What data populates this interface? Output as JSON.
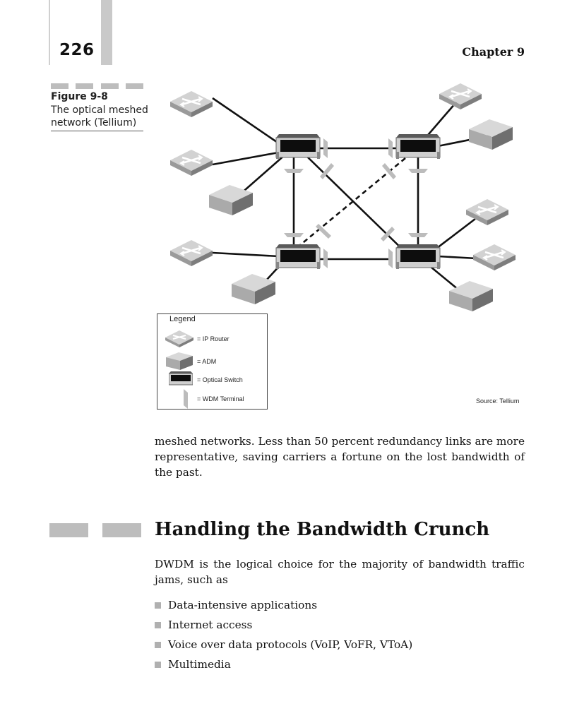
{
  "header": {
    "page_number": "226",
    "chapter": "Chapter 9"
  },
  "figure": {
    "label": "Figure 9-8",
    "caption": "The optical meshed network (Tellium)",
    "source": "Source: Tellium",
    "legend": {
      "title": "Legend",
      "items": [
        {
          "icon": "ip-router-icon",
          "label": "= IP Router"
        },
        {
          "icon": "adm-icon",
          "label": "= ADM"
        },
        {
          "icon": "optical-switch-icon",
          "label": "= Optical Switch"
        },
        {
          "icon": "wdm-terminal-icon",
          "label": "= WDM Terminal"
        }
      ]
    }
  },
  "body": {
    "paragraph_1": "meshed networks. Less than 50 percent redundancy links are more representative, saving carriers a fortune on the lost bandwidth of the past.",
    "section_heading": "Handling the Bandwidth Crunch",
    "paragraph_2": "DWDM is the logical choice for the majority of bandwidth traffic jams, such as",
    "bullets": [
      "Data-intensive applications",
      "Internet access",
      "Voice over data protocols (VoIP, VoFR, VToA)",
      "Multimedia"
    ]
  },
  "colors": {
    "tab_gray": "#c9c9c9",
    "bar_gray": "#bdbdbd",
    "text": "#111111"
  }
}
